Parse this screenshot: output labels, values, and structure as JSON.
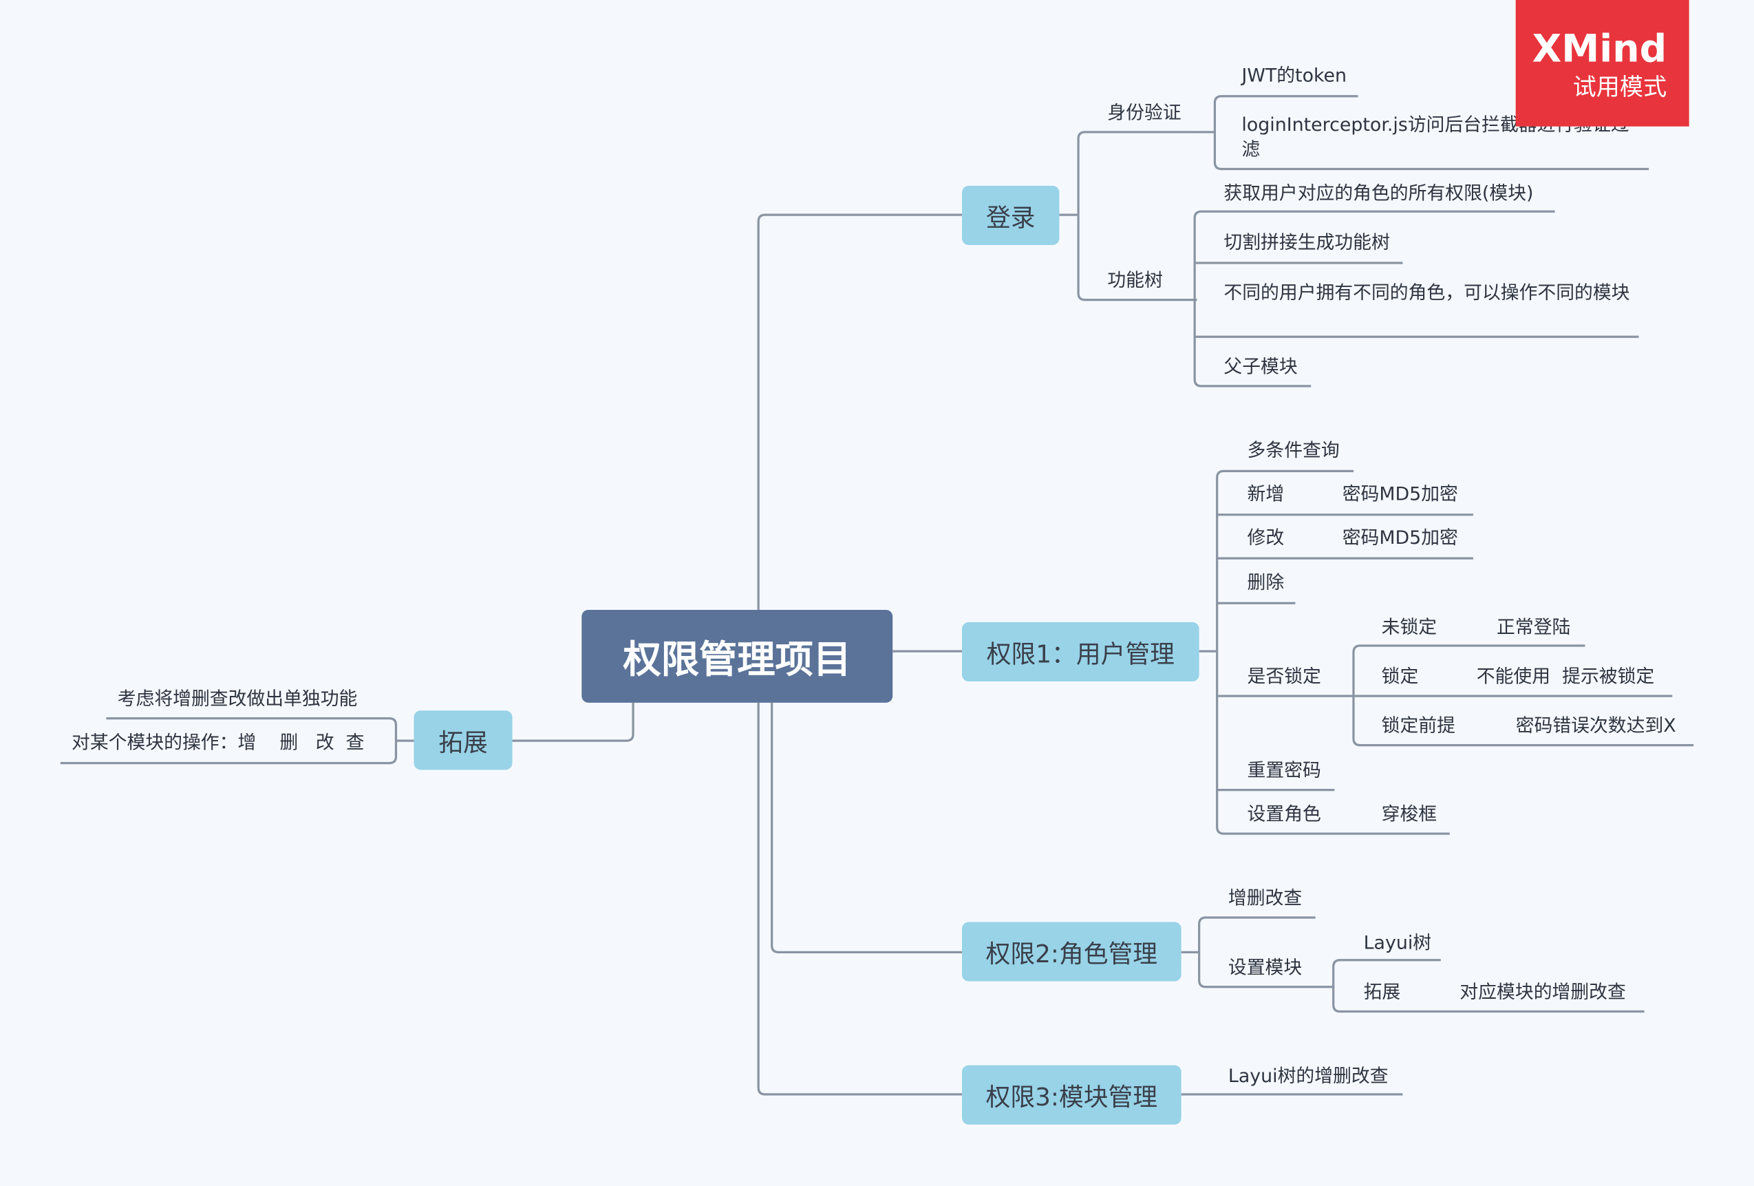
{
  "colors": {
    "root": "#5b7399",
    "main_topic": "#98d3e8",
    "line": "#8a94a3",
    "watermark": "#e8343c"
  },
  "watermark": {
    "brand": "XMind",
    "mode": "试用模式"
  },
  "root": {
    "label": "权限管理项目"
  },
  "topics": {
    "login": {
      "label": "登录",
      "auth": {
        "label": "身份验证",
        "jwt": "JWT的token",
        "interceptor": "loginInterceptor.js访问后台拦截器进行验证过滤"
      },
      "tree": {
        "label": "功能树",
        "get_perms": "获取用户对应的角色的所有权限(模块)",
        "build_tree": "切割拼接生成功能树",
        "diff_users": "不同的用户拥有不同的角色，可以操作不同的模块",
        "parent_child": "父子模块"
      }
    },
    "user": {
      "label": "权限1：用户管理",
      "query": "多条件查询",
      "add": "新增",
      "add_md5": "密码MD5加密",
      "edit": "修改",
      "edit_md5": "密码MD5加密",
      "delete": "删除",
      "lock": {
        "label": "是否锁定",
        "unlocked": "未锁定",
        "normal_login": "正常登陆",
        "locked": "锁定",
        "locked_msg": "不能使用  提示被锁定",
        "premise": "锁定前提",
        "premise_msg": "密码错误次数达到X"
      },
      "reset_pwd": "重置密码",
      "set_role": "设置角色",
      "shuttle": "穿梭框"
    },
    "role": {
      "label": "权限2:角色管理",
      "crud": "增删改查",
      "set_module": "设置模块",
      "layui_tree": "Layui树",
      "extend": "拓展",
      "module_crud": "对应模块的增删改查"
    },
    "module": {
      "label": "权限3:模块管理",
      "layui_crud": "Layui树的增删改查"
    },
    "extension": {
      "label": "拓展",
      "consider": "考虑将增删查改做出单独功能",
      "ops": "对某个模块的操作：增    删   改  查"
    }
  }
}
